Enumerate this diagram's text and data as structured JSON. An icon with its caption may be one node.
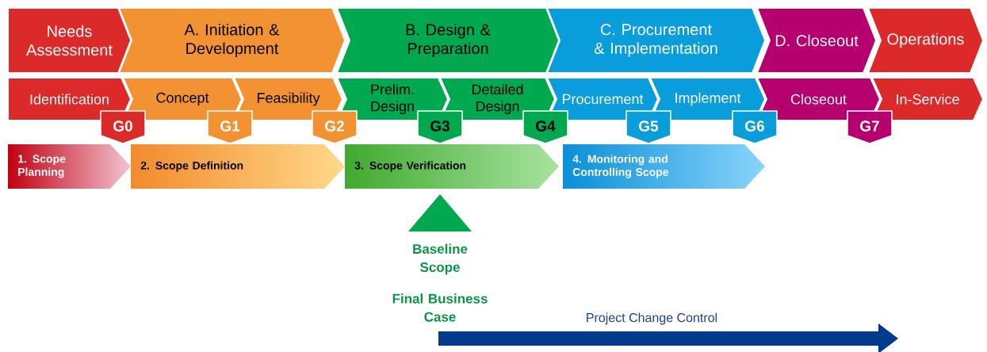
{
  "diagram": {
    "nodes": [
      {
        "text": [
          "Needs Assessment"
        ]
      },
      {
        "text": [
          "A.   Initiation & Development"
        ]
      },
      {
        "text": [
          "B. Design & Preparation"
        ]
      },
      {
        "text": [
          "C. Procurement & Implementation"
        ]
      },
      {
        "text": [
          "D. Closeout"
        ]
      },
      {
        "text": [
          "Operations"
        ]
      },
      {
        "text": [
          "Identification"
        ]
      },
      {
        "text": [
          "Concept"
        ]
      },
      {
        "text": [
          "Feasibility"
        ]
      },
      {
        "text": [
          "Prelim. Design"
        ]
      },
      {
        "text": [
          "Detailed Design"
        ]
      },
      {
        "text": [
          "Procurement"
        ]
      },
      {
        "text": [
          "Implement"
        ]
      },
      {
        "text": [
          "Closeout"
        ]
      },
      {
        "text": [
          "In-Service"
        ]
      },
      {
        "text": [
          "G0"
        ]
      },
      {
        "text": [
          "G1"
        ]
      },
      {
        "text": [
          "G2"
        ]
      },
      {
        "text": [
          "G3"
        ]
      },
      {
        "text": [
          "G4"
        ]
      },
      {
        "text": [
          "G5"
        ]
      },
      {
        "text": [
          "G6"
        ]
      },
      {
        "text": [
          "G7"
        ]
      },
      {
        "text": [
          "1. Scope Planning"
        ]
      },
      {
        "text": [
          "2. Scope Definition"
        ]
      },
      {
        "text": [
          "3. Scope Verification"
        ]
      },
      {
        "text": [
          "4. Monitoring and Controlling Scope"
        ]
      },
      {
        "text": [],
        "shape": "triangle"
      }
    ],
    "labels": [
      "Baseline Scope",
      "Final Business Case",
      "Project Change Control"
    ]
  }
}
